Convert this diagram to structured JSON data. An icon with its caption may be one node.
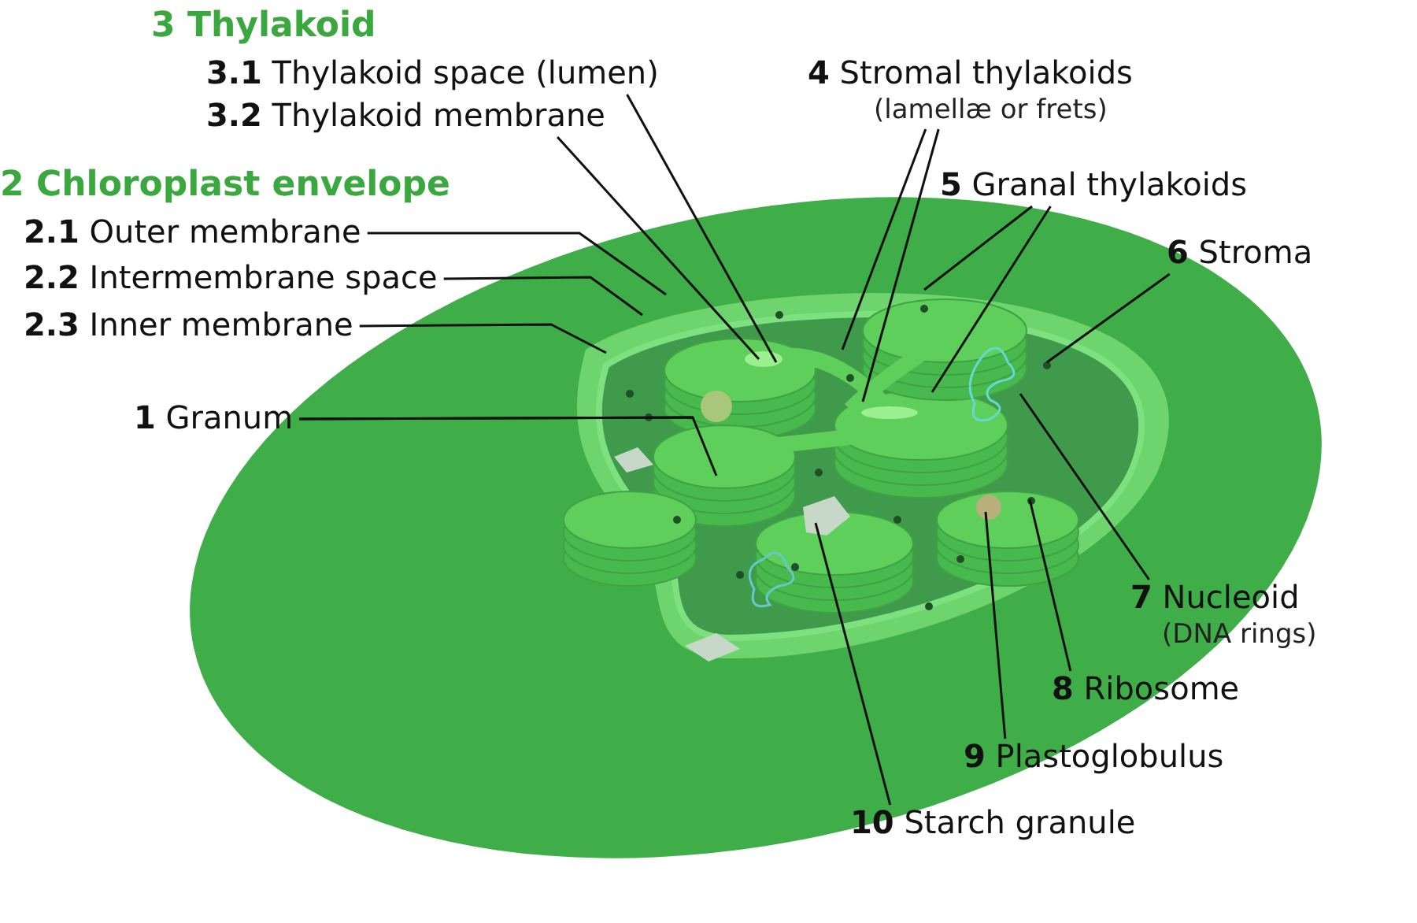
{
  "diagram": {
    "nodes": [
      {
        "text": [
          "**3.1** Thylakoid space (lumen)"
        ]
      },
      {
        "text": [
          "**3.2** Thylakoid membrane"
        ]
      },
      {
        "text": [
          "**4** Stromal thylakoids",
          "(lamellæ or frets)"
        ]
      },
      {
        "text": [
          "**5** Granal thylakoids"
        ]
      },
      {
        "text": [
          "**6** Stroma"
        ]
      },
      {
        "text": [
          "**2.1** Outer membrane"
        ]
      },
      {
        "text": [
          "**2.2** Intermembrane space"
        ]
      },
      {
        "text": [
          "**2.3** Inner membrane"
        ]
      },
      {
        "text": [
          "**1** Granum"
        ]
      },
      {
        "text": [
          "**7** Nucleoid",
          "(DNA rings)"
        ]
      },
      {
        "text": [
          "**8** Ribosome"
        ]
      },
      {
        "text": [
          "**9** Plastoglobulus"
        ]
      },
      {
        "text": [
          "**10** Starch granule"
        ]
      }
    ],
    "edges": [
      {
        "from": 0,
        "to": null,
        "arrow": "none"
      },
      {
        "from": 1,
        "to": null,
        "arrow": "none"
      },
      {
        "from": 2,
        "to": null,
        "arrow": "none"
      },
      {
        "from": 2,
        "to": null,
        "arrow": "none"
      },
      {
        "from": 3,
        "to": null,
        "arrow": "none"
      },
      {
        "from": 3,
        "to": null,
        "arrow": "none"
      },
      {
        "from": 4,
        "to": null,
        "arrow": "none"
      },
      {
        "from": 5,
        "to": null,
        "arrow": "none"
      },
      {
        "from": 6,
        "to": null,
        "arrow": "none"
      },
      {
        "from": 7,
        "to": null,
        "arrow": "none"
      },
      {
        "from": 8,
        "to": null,
        "arrow": "none"
      },
      {
        "from": 8,
        "to": null,
        "arrow": "none"
      },
      {
        "from": 9,
        "to": null,
        "arrow": "none"
      },
      {
        "from": 10,
        "to": null,
        "arrow": "none"
      },
      {
        "from": 11,
        "to": null,
        "arrow": "none"
      },
      {
        "from": 12,
        "to": null,
        "arrow": "none"
      }
    ],
    "labels": [
      "3 Thylakoid",
      "2 Chloroplast envelope"
    ]
  }
}
